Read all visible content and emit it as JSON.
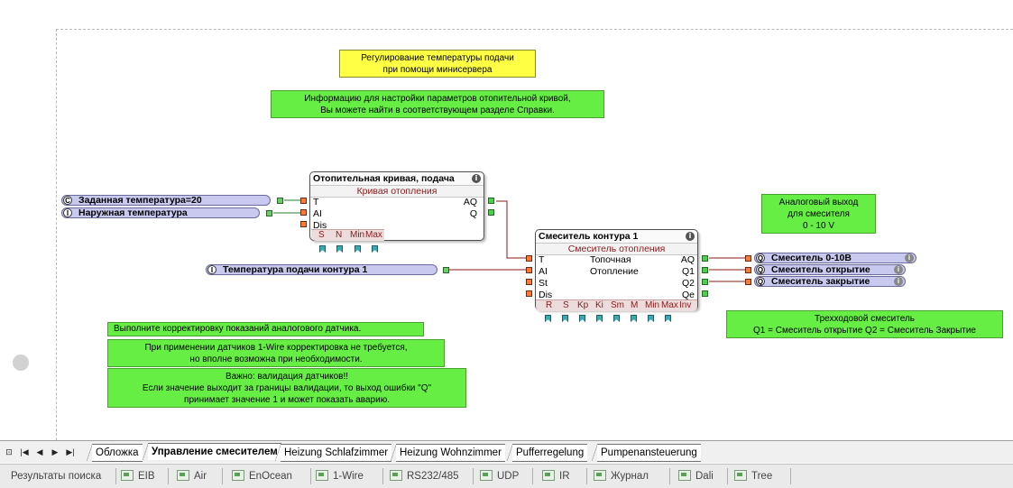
{
  "notes": {
    "title_line1": "Регулирование температуры подачи",
    "title_line2": "при помощи минисервера",
    "info_line1": "Информацию для настройки параметров отопительной кривой,",
    "info_line2": "Вы можете найти в соответствующем разделе Справки.",
    "analog_line1": "Аналоговый выход",
    "analog_line2": "для смесителя",
    "analog_line3": "0 - 10 V",
    "mixer_line1": "Трехходовой смеситель",
    "mixer_line2": "Q1 = Смеситель открытие   Q2 = Смеситель Закрытие",
    "calib": "Выполните корректировку показаний аналогового датчика.",
    "onewire_line1": "При применении датчиков 1-Wire корректировка не требуется,",
    "onewire_line2": "но вполне возможна при необходимости.",
    "valid_line1": "Важно: валидация датчиков!!",
    "valid_line2": "Если значение выходит за границы валидации, то выход ошибки \"Q\"",
    "valid_line3": "принимает значение 1 и может показать аварию."
  },
  "curve_block": {
    "title": "Отопительная кривая, подача",
    "subtitle": "Кривая отопления",
    "inputs": [
      "T",
      "AI",
      "Dis"
    ],
    "outputs": [
      "AQ",
      "Q"
    ],
    "params": [
      "S",
      "N",
      "Min",
      "Max"
    ]
  },
  "mixer_block": {
    "title": "Смеситель контура 1",
    "subtitle": "Смеситель отопления",
    "inputs": [
      "T",
      "AI",
      "St",
      "Dis"
    ],
    "outputs": [
      "AQ",
      "Q1",
      "Q2",
      "Qe"
    ],
    "center_line1": "Топочная",
    "center_line2": "Отопление",
    "params": [
      "R",
      "S",
      "Kp",
      "Ki",
      "Sm",
      "M",
      "Min",
      "Max",
      "Inv"
    ]
  },
  "connectors": {
    "setpoint": "Заданная температура=20",
    "setpoint_icon": "C",
    "outdoor": "Наружная температура",
    "outdoor_icon": "I",
    "supply": "Температура подачи контура  1",
    "supply_icon": "I",
    "out_analog": "Смеситель  0-10В",
    "out_open": "Смеситель открытие",
    "out_close": "Смеситель закрытие",
    "out_icon": "Q"
  },
  "info_glyph": "i",
  "sheet_tabs": [
    "Обложка",
    "Управление смесителем",
    "Heizung Schlafzimmer",
    "Heizung Wohnzimmer",
    "Pufferregelung",
    "Pumpenansteuerung"
  ],
  "active_tab": "Управление смесителем",
  "nav_buttons": [
    "⊡",
    "|◀",
    "◀",
    "▶",
    "▶|"
  ],
  "bottom_tabs": [
    "Результаты поиска",
    "EIB",
    "Air",
    "EnOcean",
    "1-Wire",
    "RS232/485",
    "UDP",
    "IR",
    "Журнал",
    "Dali",
    "Tree"
  ],
  "colors": {
    "note_yellow": "#ffff44",
    "note_green": "#66ee44",
    "connector": "#c9c9f0",
    "wire": "#8b1a1a",
    "wire_green": "#2e7d2e"
  }
}
